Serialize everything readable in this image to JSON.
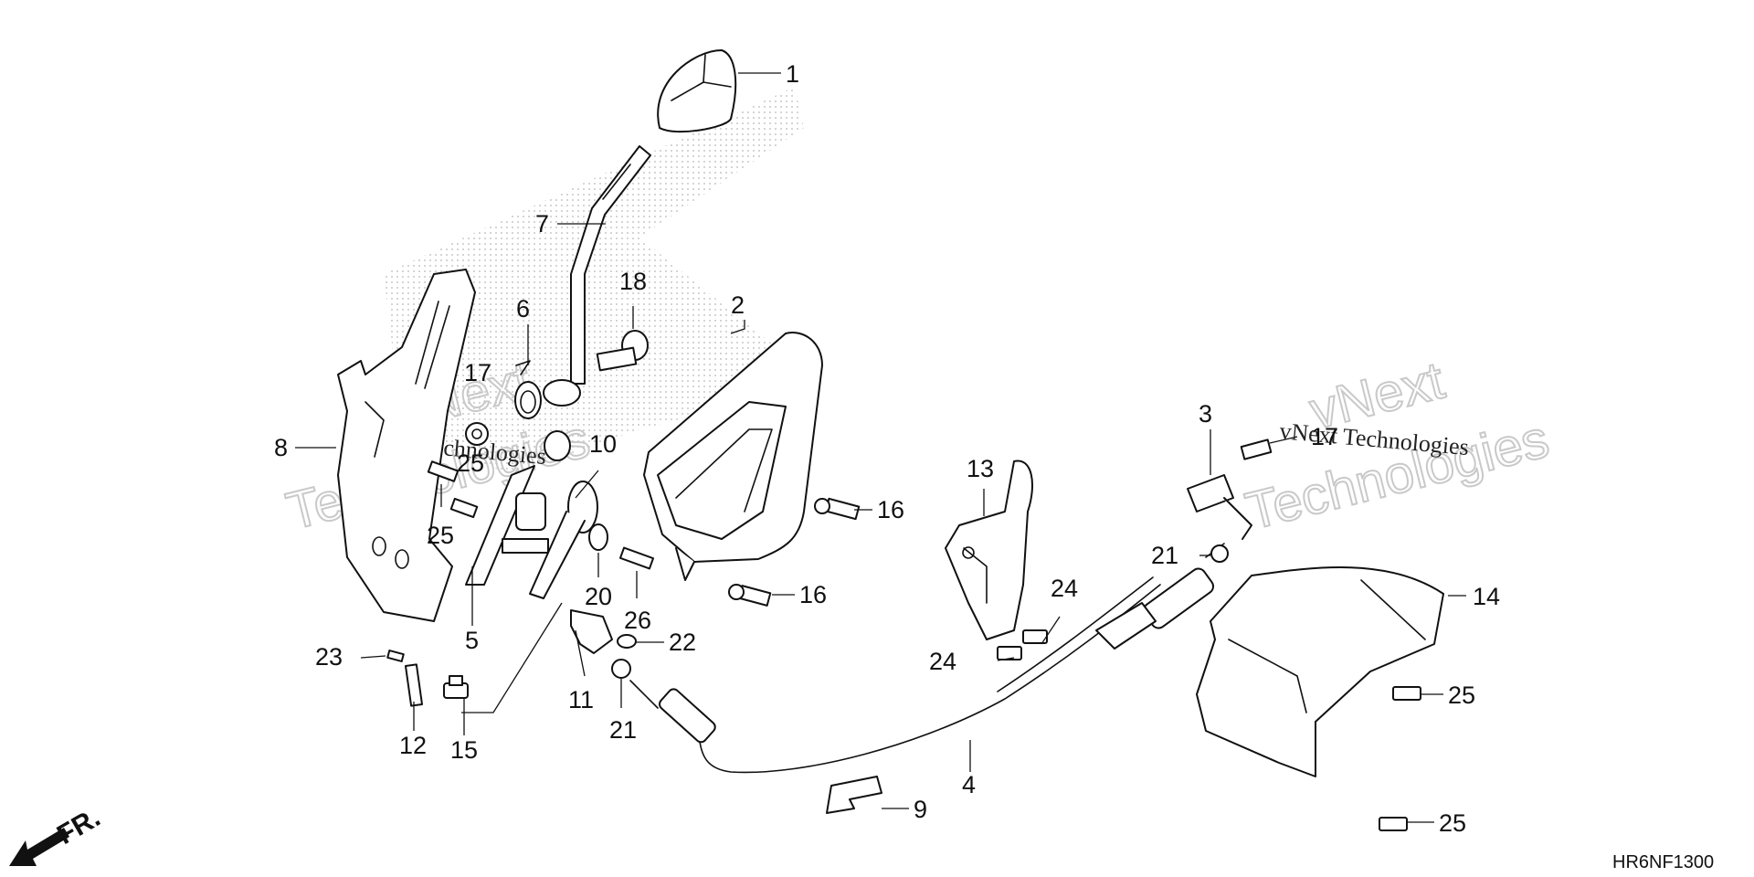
{
  "diagram": {
    "code": "HR6NF1300",
    "front_arrow_label": "FR.",
    "watermark": {
      "line1": "vNext",
      "line2": "Technologies",
      "overlay": "vNext Technologies"
    },
    "callouts": {
      "c1": "1",
      "c2": "2",
      "c3": "3",
      "c4": "4",
      "c5": "5",
      "c6": "6",
      "c7": "7",
      "c8": "8",
      "c9": "9",
      "c10": "10",
      "c11": "11",
      "c12": "12",
      "c13": "13",
      "c14": "14",
      "c15": "15",
      "c16a": "16",
      "c16b": "16",
      "c17a": "17",
      "c17b": "17",
      "c18": "18",
      "c20": "20",
      "c21a": "21",
      "c21b": "21",
      "c22": "22",
      "c23": "23",
      "c24a": "24",
      "c24b": "24",
      "c25a": "25",
      "c25b": "25",
      "c25c": "25",
      "c25d": "25",
      "c26": "26"
    }
  }
}
